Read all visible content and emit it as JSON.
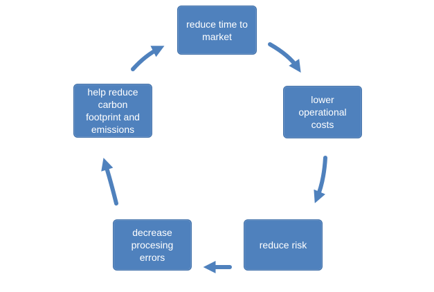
{
  "diagram": {
    "nodes": [
      {
        "id": "n1",
        "label": "reduce time to\nmarket"
      },
      {
        "id": "n2",
        "label": "lower\noperational\ncosts"
      },
      {
        "id": "n3",
        "label": "reduce risk"
      },
      {
        "id": "n4",
        "label": "decrease\nprocesing\nerrors"
      },
      {
        "id": "n5",
        "label": "help reduce\ncarbon\nfootprint and\nemissions"
      }
    ],
    "edges": [
      {
        "from": "n1",
        "to": "n2"
      },
      {
        "from": "n2",
        "to": "n3"
      },
      {
        "from": "n3",
        "to": "n4"
      },
      {
        "from": "n4",
        "to": "n5"
      },
      {
        "from": "n5",
        "to": "n1"
      }
    ],
    "colors": {
      "node_fill": "#4f81bd",
      "arrow": "#4f81bd",
      "text": "#ffffff"
    }
  }
}
